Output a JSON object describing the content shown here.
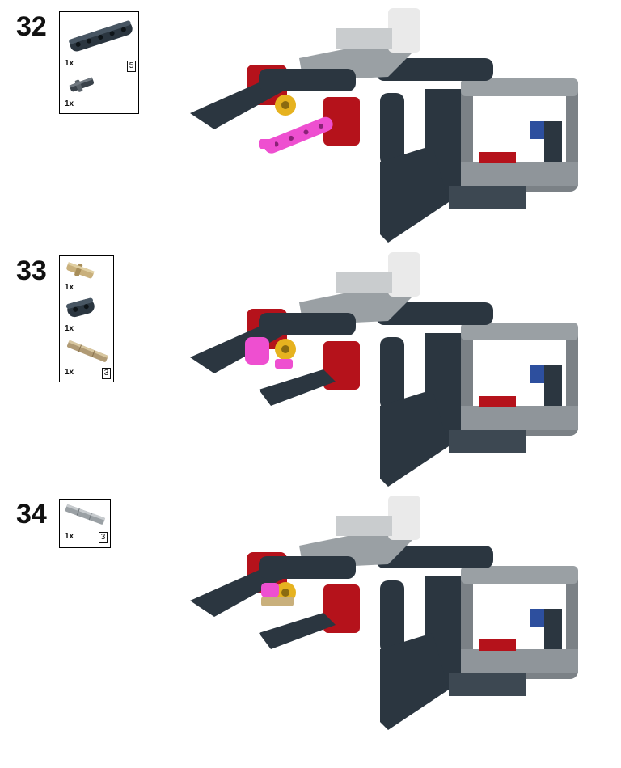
{
  "steps": [
    {
      "number": "32",
      "parts": [
        {
          "name": "beam-5",
          "qty": "1x",
          "length_label": "5",
          "color": "#2b3640"
        },
        {
          "name": "connector-peg",
          "qty": "1x",
          "length_label": "",
          "color": "#3a424a"
        }
      ],
      "added_part_color": "#ee4fd0"
    },
    {
      "number": "33",
      "parts": [
        {
          "name": "axle-pin",
          "qty": "1x",
          "length_label": "",
          "color": "#c9b07c"
        },
        {
          "name": "beam-2",
          "qty": "1x",
          "length_label": "",
          "color": "#2b3640"
        },
        {
          "name": "axle-3",
          "qty": "1x",
          "length_label": "3",
          "color": "#b09a74"
        }
      ],
      "added_part_color": "#ee4fd0"
    },
    {
      "number": "34",
      "parts": [
        {
          "name": "axle-3",
          "qty": "1x",
          "length_label": "3",
          "color": "#9aa0a4"
        }
      ],
      "added_part_color": "#c9b07c"
    }
  ],
  "colors": {
    "dark_bluish_gray": "#2b3640",
    "light_gray": "#8f959a",
    "red": "#b5121b",
    "white": "#f2f2f2",
    "yellow": "#e6b21f",
    "magenta": "#ee4fd0",
    "blue": "#2d4f9e"
  }
}
